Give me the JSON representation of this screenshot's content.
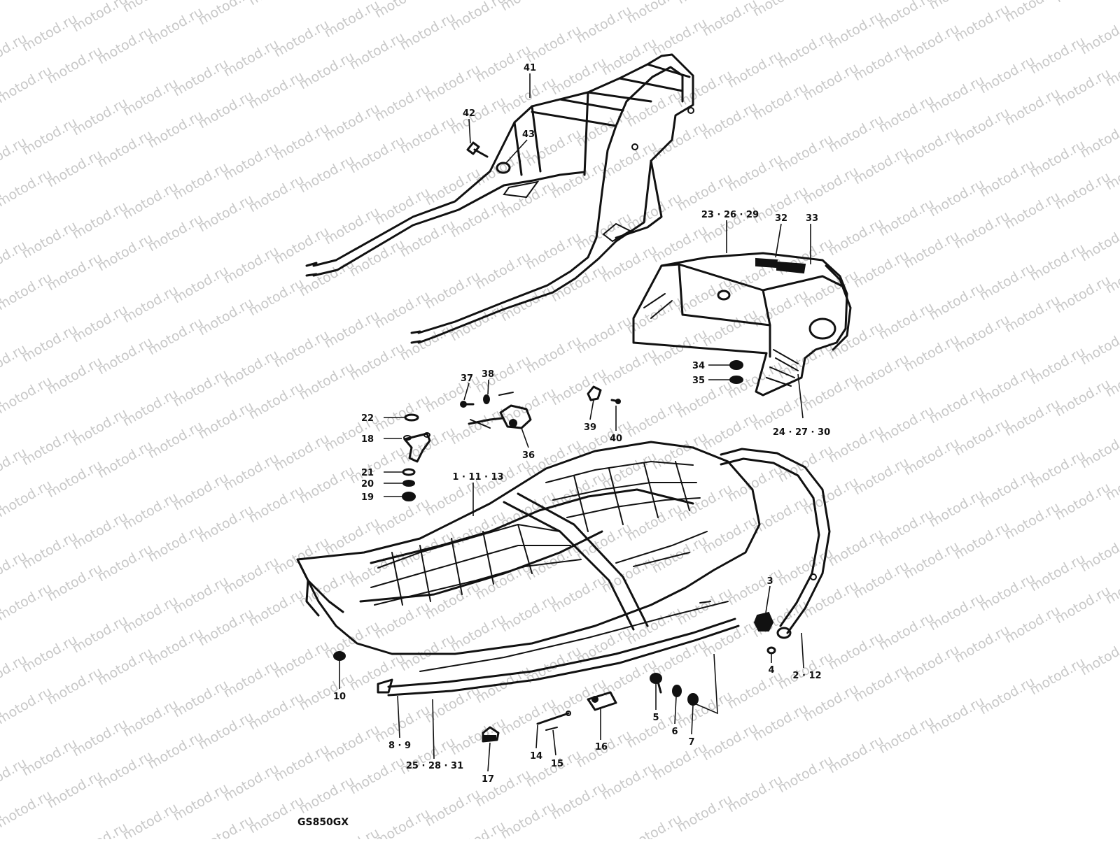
{
  "watermark": {
    "text": "motod.ru",
    "color": "#c8c8c8"
  },
  "model": "GS850GX",
  "callouts": [
    "41",
    "42",
    "43",
    "23 · 26 · 29",
    "32",
    "33",
    "34",
    "35",
    "24 · 27 · 30",
    "37",
    "38",
    "36",
    "39",
    "40",
    "22",
    "18",
    "21",
    "20",
    "19",
    "1 · 11 · 13",
    "3",
    "4",
    "2 · 12",
    "10",
    "8 · 9",
    "25 · 28 · 31",
    "17",
    "14",
    "15",
    "16",
    "5",
    "6",
    "7"
  ],
  "colors": {
    "line": "#111111",
    "background": "#ffffff"
  }
}
